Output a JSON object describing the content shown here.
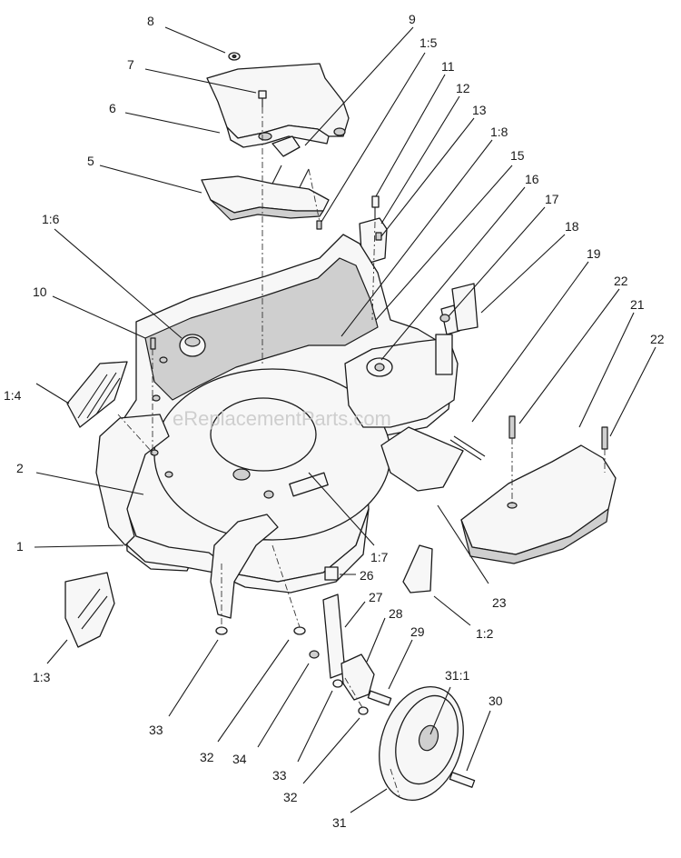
{
  "watermark": "eReplacementParts.com",
  "callouts": [
    {
      "id": "c8",
      "label": "8"
    },
    {
      "id": "c9",
      "label": "9"
    },
    {
      "id": "c1-5",
      "label": "1:5"
    },
    {
      "id": "c7",
      "label": "7"
    },
    {
      "id": "c11",
      "label": "11"
    },
    {
      "id": "c6",
      "label": "6"
    },
    {
      "id": "c12",
      "label": "12"
    },
    {
      "id": "c13",
      "label": "13"
    },
    {
      "id": "c1-8",
      "label": "1:8"
    },
    {
      "id": "c5",
      "label": "5"
    },
    {
      "id": "c15",
      "label": "15"
    },
    {
      "id": "c16",
      "label": "16"
    },
    {
      "id": "c1-6",
      "label": "1:6"
    },
    {
      "id": "c17",
      "label": "17"
    },
    {
      "id": "c18",
      "label": "18"
    },
    {
      "id": "c19",
      "label": "19"
    },
    {
      "id": "c10",
      "label": "10"
    },
    {
      "id": "c22a",
      "label": "22"
    },
    {
      "id": "c21",
      "label": "21"
    },
    {
      "id": "c22b",
      "label": "22"
    },
    {
      "id": "c1-4",
      "label": "1:4"
    },
    {
      "id": "c2",
      "label": "2"
    },
    {
      "id": "c1",
      "label": "1"
    },
    {
      "id": "c1-7",
      "label": "1:7"
    },
    {
      "id": "c26",
      "label": "26"
    },
    {
      "id": "c23",
      "label": "23"
    },
    {
      "id": "c27",
      "label": "27"
    },
    {
      "id": "c28",
      "label": "28"
    },
    {
      "id": "c1-2",
      "label": "1:2"
    },
    {
      "id": "c29",
      "label": "29"
    },
    {
      "id": "c1-3",
      "label": "1:3"
    },
    {
      "id": "c31-1",
      "label": "31:1"
    },
    {
      "id": "c30",
      "label": "30"
    },
    {
      "id": "c33a",
      "label": "33"
    },
    {
      "id": "c32a",
      "label": "32"
    },
    {
      "id": "c34",
      "label": "34"
    },
    {
      "id": "c33b",
      "label": "33"
    },
    {
      "id": "c32b",
      "label": "32"
    },
    {
      "id": "c31",
      "label": "31"
    }
  ]
}
